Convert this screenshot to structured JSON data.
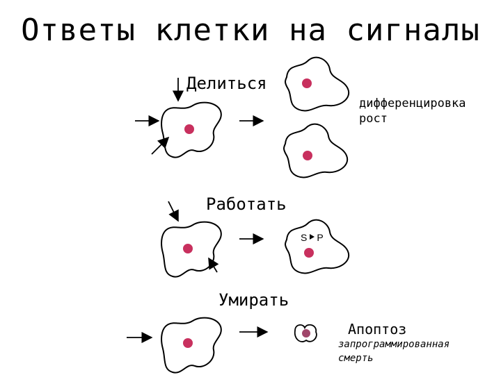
{
  "title": "Ответы клетки на сигналы",
  "responses": {
    "divide": {
      "label": "Делиться",
      "outcome_lines": [
        "дифференцировка",
        "рост"
      ]
    },
    "work": {
      "label": "Работать",
      "reaction": {
        "substrate": "S",
        "product": "P"
      }
    },
    "die": {
      "label": "Умирать",
      "outcome_title": "Апоптоз",
      "outcome_lines": [
        "запрограммированная",
        "смерть"
      ]
    }
  },
  "colors": {
    "nucleus": "#c8305e",
    "apoptotic_nucleus": "#a0456a",
    "outline": "#000000"
  }
}
